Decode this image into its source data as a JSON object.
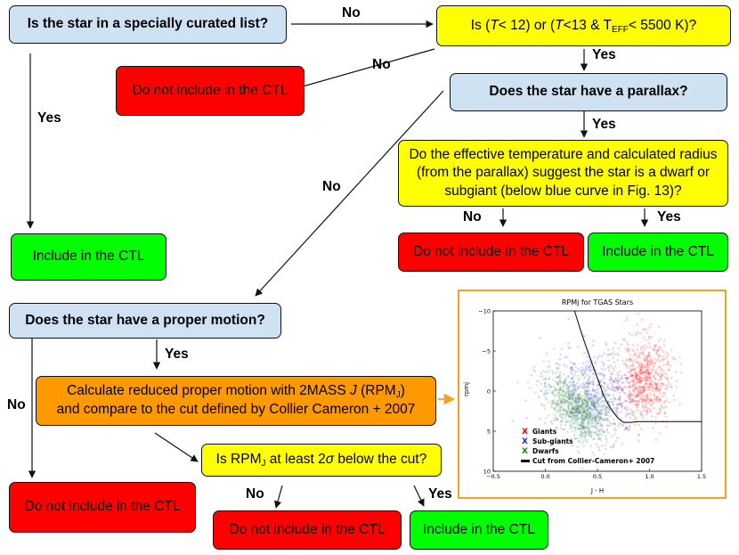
{
  "boxes": {
    "q_curated": "Is the star in a specially curated list?",
    "q_tmag_pre": "Is (",
    "q_tmag_t1": "T",
    "q_tmag_mid1": "< 12) or (",
    "q_tmag_t2": "T",
    "q_tmag_mid2": "<13 & T",
    "q_tmag_sub": "EFF",
    "q_tmag_post": "< 5500 K)?",
    "exclude_top": "Do not include in the CTL",
    "q_parallax": "Does the star have a parallax?",
    "q_dwarf": "Do the effective temperature and calculated radius (from the parallax) suggest the star is a dwarf or subgiant (below blue curve in Fig. 13)?",
    "include_left": "Include in the CTL",
    "exclude_mid": "Do not include in the CTL",
    "include_mid": "Include in the CTL",
    "q_propermotion": "Does the star have a proper motion?",
    "calc_pre": "Calculate reduced proper motion with 2MASS ",
    "calc_j": "J",
    "calc_mid": " (RPM",
    "calc_sub": "J",
    "calc_post": ")",
    "calc_line2": "and compare to the cut defined by Collier Cameron + 2007",
    "q_rpm_pre": "Is RPM",
    "q_rpm_sub": "J",
    "q_rpm_mid": " at least 2",
    "q_rpm_sigma": "σ",
    "q_rpm_post": " below the cut?",
    "exclude_bottom_left": "Do not include in the CTL",
    "exclude_bottom_mid": "Do not include in the CTL",
    "include_bottom": "Include in the CTL"
  },
  "labels": {
    "no_top": "No",
    "no_curated": "No",
    "yes_tmag": "Yes",
    "yes_curated": "Yes",
    "yes_parallax": "Yes",
    "no_parallax": "No",
    "no_dwarf": "No",
    "yes_dwarf": "Yes",
    "yes_pm": "Yes",
    "no_pm": "No",
    "no_rpm": "No",
    "yes_rpm": "Yes"
  },
  "chart_data": {
    "type": "scatter",
    "title": "RPMj for TGAS Stars",
    "xlabel": "J - H",
    "ylabel": "rpmj",
    "xlim": [
      -0.5,
      1.5
    ],
    "ylim": [
      10,
      -10
    ],
    "xticks": [
      "−0.5",
      "0.0",
      "0.5",
      "1.0",
      "1.5"
    ],
    "yticks": [
      "−10",
      "−5",
      "0",
      "5",
      "10"
    ],
    "legend_position": "bottom-left",
    "series": [
      {
        "name": "Giants",
        "color": "#ff0000",
        "center": [
          0.95,
          -1.5
        ],
        "spread": [
          0.13,
          2.6
        ]
      },
      {
        "name": "Sub-giants",
        "color": "#1f2bd6",
        "center": [
          0.45,
          0.5
        ],
        "spread": [
          0.22,
          2.8
        ]
      },
      {
        "name": "Dwarfs",
        "color": "#1a8a1a",
        "center": [
          0.3,
          2.2
        ],
        "spread": [
          0.13,
          2.2
        ]
      }
    ],
    "cut": {
      "name": "Cut from Collier-Cameron+ 2007",
      "color": "#000000",
      "x": [
        0.28,
        0.34,
        0.4,
        0.45,
        0.5,
        0.55,
        0.6,
        0.65,
        0.7,
        0.75,
        0.82,
        0.9,
        1.0,
        1.2,
        1.5
      ],
      "y": [
        -10.0,
        -7.5,
        -5.2,
        -3.4,
        -1.6,
        0.2,
        1.6,
        2.6,
        3.4,
        3.9,
        3.9,
        3.8,
        3.8,
        3.8,
        3.8
      ]
    }
  },
  "colors": {
    "blue_box": "#cfe2f3",
    "yellow_box": "#ffff00",
    "red_box": "#ff0000",
    "green_box": "#00ff00",
    "orange_box": "#ff9900",
    "frame": "#f5a020"
  }
}
